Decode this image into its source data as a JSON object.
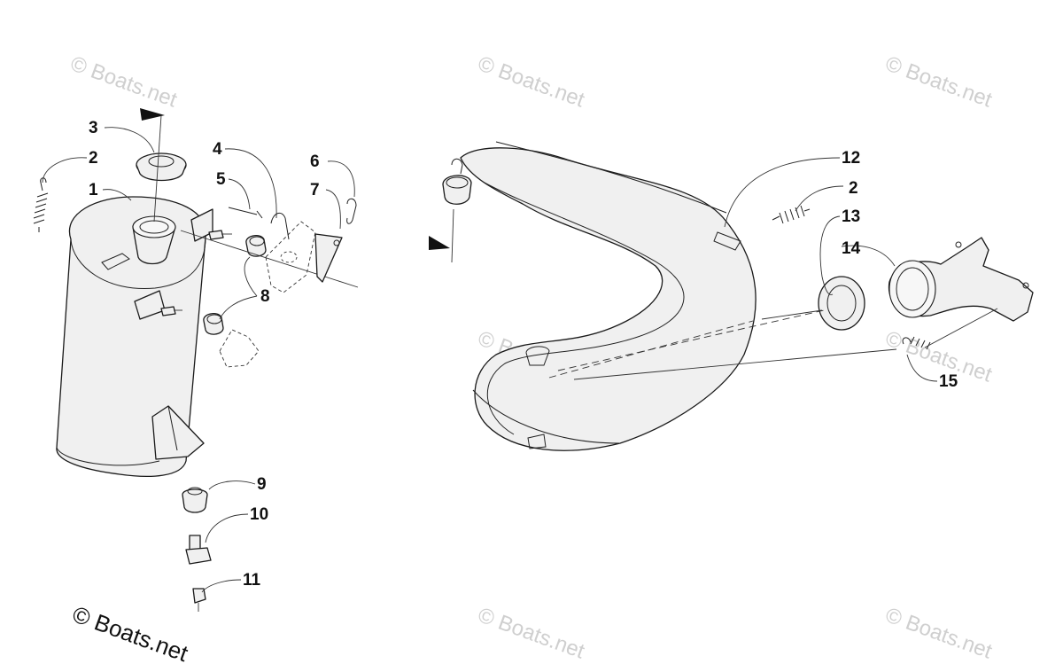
{
  "diagram": {
    "callouts": {
      "c1": "1",
      "c2a": "2",
      "c3": "3",
      "c4": "4",
      "c5": "5",
      "c6": "6",
      "c7": "7",
      "c8": "8",
      "c9": "9",
      "c10": "10",
      "c11": "11",
      "c12": "12",
      "c2b": "2",
      "c13": "13",
      "c14": "14",
      "c15": "15"
    },
    "watermark_text": "© Boats.net",
    "copyright_text": "© Boats.net"
  }
}
